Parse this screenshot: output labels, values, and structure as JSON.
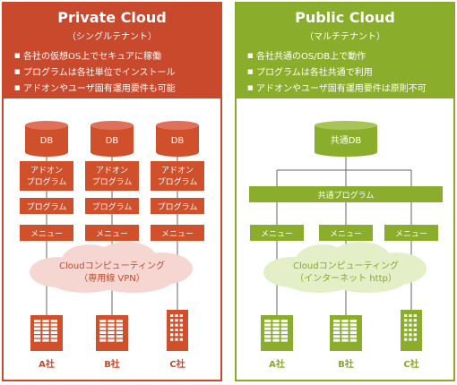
{
  "private": {
    "title": "Private Cloud",
    "subtitle": "（シングルテナント）",
    "bullets": [
      "各社の仮想OS上でセキュアに稼働",
      "プログラムは各社単位でインストール",
      "アドオンやユーザ固有運用要件も可能"
    ],
    "db_label": "DB",
    "addon_line1": "アドオン",
    "addon_line2": "プログラム",
    "program_label": "プログラム",
    "menu_label": "メニュー",
    "cloud_line1": "Cloudコンピューティング",
    "cloud_line2": "（専用線 VPN）",
    "companies": [
      "A社",
      "B社",
      "C社"
    ]
  },
  "public": {
    "title": "Public Cloud",
    "subtitle": "（マルチテナント）",
    "bullets": [
      "各社共通のOS/DB上で動作",
      "プログラムは各社共通で利用",
      "アドオンやユーザ固有運用要件は原則不可"
    ],
    "db_label": "共通DB",
    "program_label": "共通プログラム",
    "menu_label": "メニュー",
    "cloud_line1": "Cloudコンピューティング",
    "cloud_line2": "（インターネット http）",
    "companies": [
      "A社",
      "B社",
      "C社"
    ]
  },
  "colors": {
    "private_accent": "#c8492c",
    "private_box": "#d0502c",
    "private_cloud": "#f6d6d0",
    "private_text": "#c8492c",
    "public_accent": "#8bad2c",
    "public_box": "#8bad2c",
    "public_cloud": "#e4efc8",
    "public_text": "#86a82a"
  }
}
